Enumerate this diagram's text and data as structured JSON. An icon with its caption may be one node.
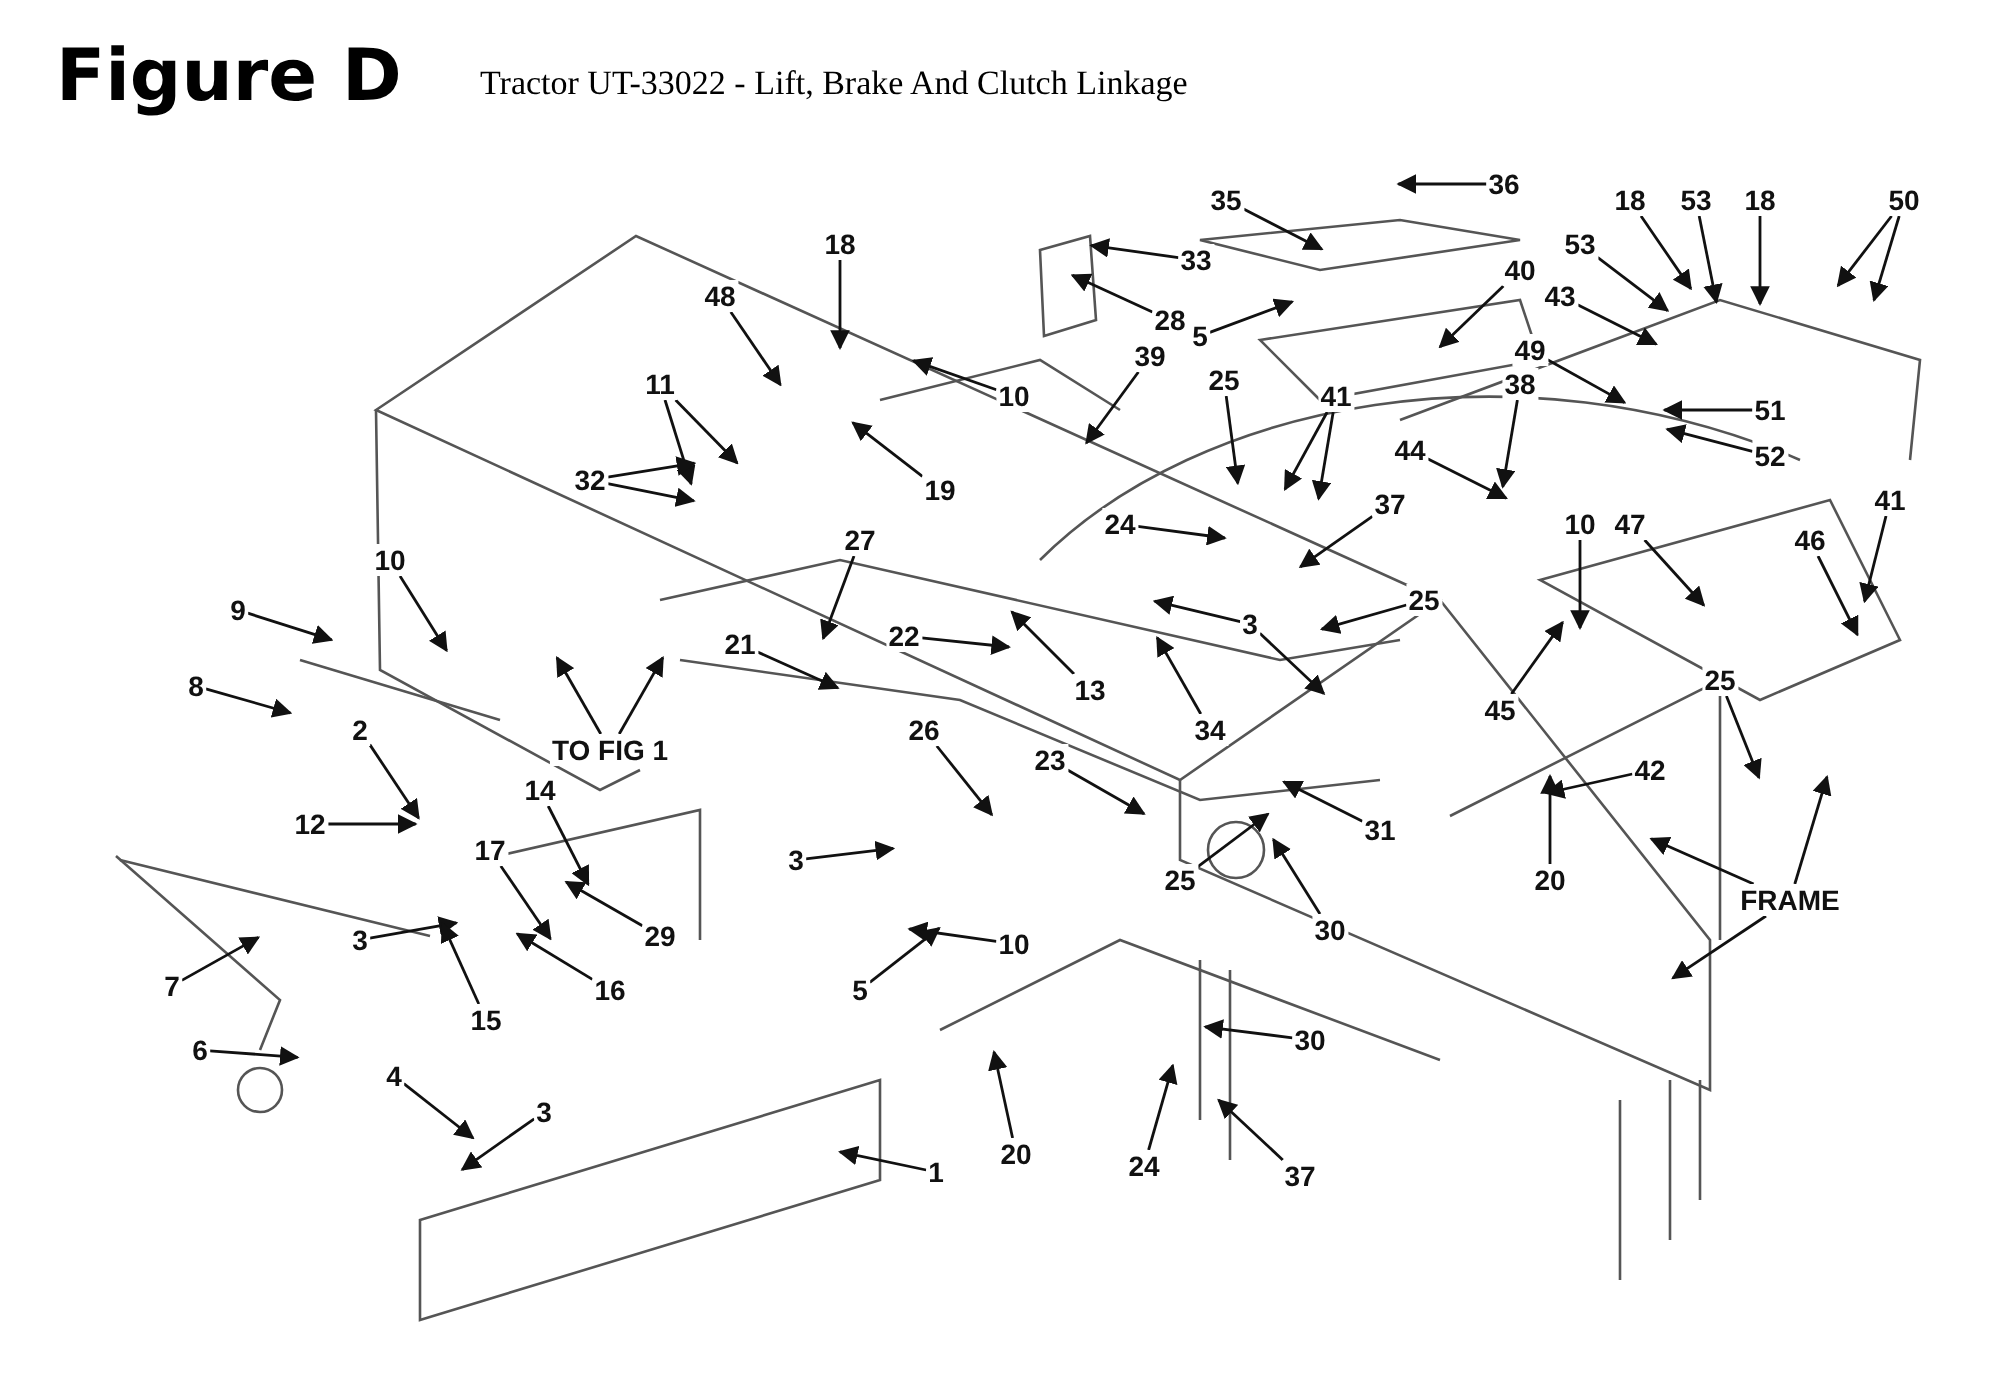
{
  "diagram": {
    "title": "Figure D",
    "caption": "Tractor UT-33022 - Lift, Brake And Clutch Linkage",
    "nodes": [
      {
        "text": [
          "33"
        ]
      },
      {
        "text": [
          "35"
        ]
      },
      {
        "text": [
          "36"
        ]
      },
      {
        "text": [
          "18"
        ]
      },
      {
        "text": [
          "48"
        ]
      },
      {
        "text": [
          "28"
        ]
      },
      {
        "text": [
          "40"
        ]
      },
      {
        "text": [
          "5"
        ]
      },
      {
        "text": [
          "10"
        ]
      },
      {
        "text": [
          "11"
        ]
      },
      {
        "text": [
          "32"
        ]
      },
      {
        "text": [
          "19"
        ]
      },
      {
        "text": [
          "39"
        ]
      },
      {
        "text": [
          "25"
        ]
      },
      {
        "text": [
          "41"
        ]
      },
      {
        "text": [
          "24"
        ]
      },
      {
        "text": [
          "18"
        ]
      },
      {
        "text": [
          "53"
        ]
      },
      {
        "text": [
          "18"
        ]
      },
      {
        "text": [
          "50"
        ]
      },
      {
        "text": [
          "53"
        ]
      },
      {
        "text": [
          "43"
        ]
      },
      {
        "text": [
          "49"
        ]
      },
      {
        "text": [
          "38"
        ]
      },
      {
        "text": [
          "51"
        ]
      },
      {
        "text": [
          "52"
        ]
      },
      {
        "text": [
          "47"
        ]
      },
      {
        "text": [
          "44"
        ]
      },
      {
        "text": [
          "37"
        ]
      },
      {
        "text": [
          "3"
        ]
      },
      {
        "text": [
          "25"
        ]
      },
      {
        "text": [
          "10"
        ]
      },
      {
        "text": [
          "46"
        ]
      },
      {
        "text": [
          "41"
        ]
      },
      {
        "text": [
          "25"
        ]
      },
      {
        "text": [
          "27"
        ]
      },
      {
        "text": [
          "22"
        ]
      },
      {
        "text": [
          "13"
        ]
      },
      {
        "text": [
          "21"
        ]
      },
      {
        "text": [
          "9"
        ]
      },
      {
        "text": [
          "10"
        ]
      },
      {
        "text": [
          "8"
        ]
      },
      {
        "text": [
          "2"
        ]
      },
      {
        "text": [
          "12"
        ]
      },
      {
        "text": [
          "26"
        ]
      },
      {
        "text": [
          "23"
        ]
      },
      {
        "text": [
          "34"
        ]
      },
      {
        "text": [
          "45"
        ]
      },
      {
        "text": [
          "42"
        ]
      },
      {
        "text": [
          "25"
        ]
      },
      {
        "text": [
          "31"
        ]
      },
      {
        "text": [
          "30"
        ]
      },
      {
        "text": [
          "20"
        ]
      },
      {
        "text": [
          "FRAME"
        ]
      },
      {
        "text": [
          "14"
        ]
      },
      {
        "text": [
          "17"
        ]
      },
      {
        "text": [
          "3"
        ]
      },
      {
        "text": [
          "29"
        ]
      },
      {
        "text": [
          "3"
        ]
      },
      {
        "text": [
          "10"
        ]
      },
      {
        "text": [
          "5"
        ]
      },
      {
        "text": [
          "16"
        ]
      },
      {
        "text": [
          "15"
        ]
      },
      {
        "text": [
          "7"
        ]
      },
      {
        "text": [
          "6"
        ]
      },
      {
        "text": [
          "4"
        ]
      },
      {
        "text": [
          "3"
        ]
      },
      {
        "text": [
          "1"
        ]
      },
      {
        "text": [
          "20"
        ]
      },
      {
        "text": [
          "24"
        ]
      },
      {
        "text": [
          "37"
        ]
      },
      {
        "text": [
          "30"
        ]
      },
      {
        "text": [
          "TO FIG 1"
        ]
      }
    ],
    "edges": [
      {
        "from": 0,
        "to": null,
        "arrow": "to"
      },
      {
        "from": 1,
        "to": null,
        "arrow": "to"
      },
      {
        "from": 2,
        "to": null,
        "arrow": "to"
      },
      {
        "from": 3,
        "to": null,
        "arrow": "to"
      },
      {
        "from": 4,
        "to": null,
        "arrow": "to"
      },
      {
        "from": 5,
        "to": null,
        "arrow": "to"
      },
      {
        "from": 6,
        "to": null,
        "arrow": "to"
      },
      {
        "from": 7,
        "to": null,
        "arrow": "to"
      },
      {
        "from": 8,
        "to": null,
        "arrow": "to"
      },
      {
        "from": 9,
        "to": null,
        "arrow": "to"
      },
      {
        "from": 9,
        "to": null,
        "arrow": "to"
      },
      {
        "from": 10,
        "to": null,
        "arrow": "to"
      },
      {
        "from": 10,
        "to": null,
        "arrow": "to"
      },
      {
        "from": 11,
        "to": null,
        "arrow": "to"
      },
      {
        "from": 12,
        "to": null,
        "arrow": "to"
      },
      {
        "from": 13,
        "to": null,
        "arrow": "to"
      },
      {
        "from": 14,
        "to": null,
        "arrow": "to"
      },
      {
        "from": 14,
        "to": null,
        "arrow": "to"
      },
      {
        "from": 15,
        "to": null,
        "arrow": "to"
      },
      {
        "from": 16,
        "to": null,
        "arrow": "to"
      },
      {
        "from": 17,
        "to": null,
        "arrow": "to"
      },
      {
        "from": 18,
        "to": null,
        "arrow": "to"
      },
      {
        "from": 19,
        "to": null,
        "arrow": "to"
      },
      {
        "from": 19,
        "to": null,
        "arrow": "to"
      },
      {
        "from": 20,
        "to": null,
        "arrow": "to"
      },
      {
        "from": 21,
        "to": null,
        "arrow": "to"
      },
      {
        "from": 22,
        "to": null,
        "arrow": "to"
      },
      {
        "from": 23,
        "to": null,
        "arrow": "to"
      },
      {
        "from": 24,
        "to": null,
        "arrow": "to"
      },
      {
        "from": 25,
        "to": null,
        "arrow": "to"
      },
      {
        "from": 26,
        "to": null,
        "arrow": "to"
      },
      {
        "from": 27,
        "to": null,
        "arrow": "to"
      },
      {
        "from": 28,
        "to": null,
        "arrow": "to"
      },
      {
        "from": 29,
        "to": null,
        "arrow": "to"
      },
      {
        "from": 29,
        "to": null,
        "arrow": "to"
      },
      {
        "from": 30,
        "to": null,
        "arrow": "to"
      },
      {
        "from": 31,
        "to": null,
        "arrow": "to"
      },
      {
        "from": 32,
        "to": null,
        "arrow": "to"
      },
      {
        "from": 33,
        "to": null,
        "arrow": "to"
      },
      {
        "from": 34,
        "to": null,
        "arrow": "to"
      },
      {
        "from": 35,
        "to": null,
        "arrow": "to"
      },
      {
        "from": 36,
        "to": null,
        "arrow": "to"
      },
      {
        "from": 37,
        "to": null,
        "arrow": "to"
      },
      {
        "from": 38,
        "to": null,
        "arrow": "to"
      },
      {
        "from": 39,
        "to": null,
        "arrow": "to"
      },
      {
        "from": 40,
        "to": null,
        "arrow": "to"
      },
      {
        "from": 41,
        "to": null,
        "arrow": "to"
      },
      {
        "from": 42,
        "to": null,
        "arrow": "to"
      },
      {
        "from": 43,
        "to": null,
        "arrow": "to"
      },
      {
        "from": 44,
        "to": null,
        "arrow": "to"
      },
      {
        "from": 45,
        "to": null,
        "arrow": "to"
      },
      {
        "from": 46,
        "to": null,
        "arrow": "to"
      },
      {
        "from": 47,
        "to": null,
        "arrow": "to"
      },
      {
        "from": 48,
        "to": null,
        "arrow": "to"
      },
      {
        "from": 49,
        "to": null,
        "arrow": "to"
      },
      {
        "from": 50,
        "to": null,
        "arrow": "to"
      },
      {
        "from": 51,
        "to": null,
        "arrow": "to"
      },
      {
        "from": 52,
        "to": null,
        "arrow": "to"
      },
      {
        "from": 53,
        "to": null,
        "arrow": "to"
      },
      {
        "from": 53,
        "to": null,
        "arrow": "to"
      },
      {
        "from": 53,
        "to": null,
        "arrow": "to"
      },
      {
        "from": 54,
        "to": null,
        "arrow": "to"
      },
      {
        "from": 55,
        "to": null,
        "arrow": "to"
      },
      {
        "from": 56,
        "to": null,
        "arrow": "to"
      },
      {
        "from": 57,
        "to": null,
        "arrow": "to"
      },
      {
        "from": 58,
        "to": null,
        "arrow": "to"
      },
      {
        "from": 59,
        "to": null,
        "arrow": "to"
      },
      {
        "from": 60,
        "to": null,
        "arrow": "to"
      },
      {
        "from": 61,
        "to": null,
        "arrow": "to"
      },
      {
        "from": 62,
        "to": null,
        "arrow": "to"
      },
      {
        "from": 63,
        "to": null,
        "arrow": "to"
      },
      {
        "from": 64,
        "to": null,
        "arrow": "to"
      },
      {
        "from": 65,
        "to": null,
        "arrow": "to"
      },
      {
        "from": 66,
        "to": null,
        "arrow": "to"
      },
      {
        "from": 67,
        "to": null,
        "arrow": "to"
      },
      {
        "from": 68,
        "to": null,
        "arrow": "to"
      },
      {
        "from": 69,
        "to": null,
        "arrow": "to"
      },
      {
        "from": 70,
        "to": null,
        "arrow": "to"
      },
      {
        "from": 71,
        "to": null,
        "arrow": "to"
      },
      {
        "from": 72,
        "to": null,
        "arrow": "to"
      },
      {
        "from": 72,
        "to": null,
        "arrow": "to"
      }
    ]
  }
}
